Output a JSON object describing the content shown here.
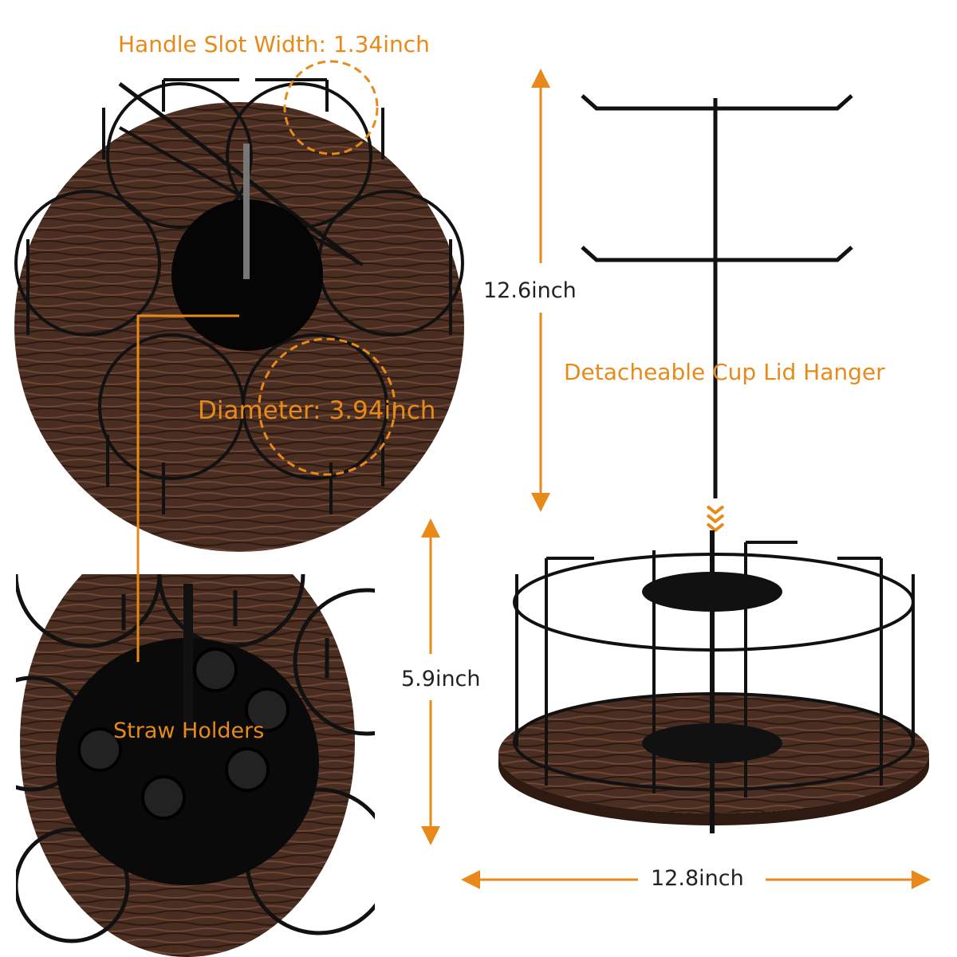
{
  "labels": {
    "handle_slot": "Handle Slot Width: 1.34inch",
    "diameter": "Diameter: 3.94inch",
    "straw_holders": "Straw Holders",
    "total_height": "12.6inch",
    "cup_lid_hanger": "Detacheable  Cup Lid Hanger",
    "base_height": "5.9inch",
    "width": "12.8inch"
  },
  "colors": {
    "accent": "#e88a1a",
    "wood_dark": "#3b2418",
    "wood_light": "#6d4635",
    "metal": "#111111"
  }
}
